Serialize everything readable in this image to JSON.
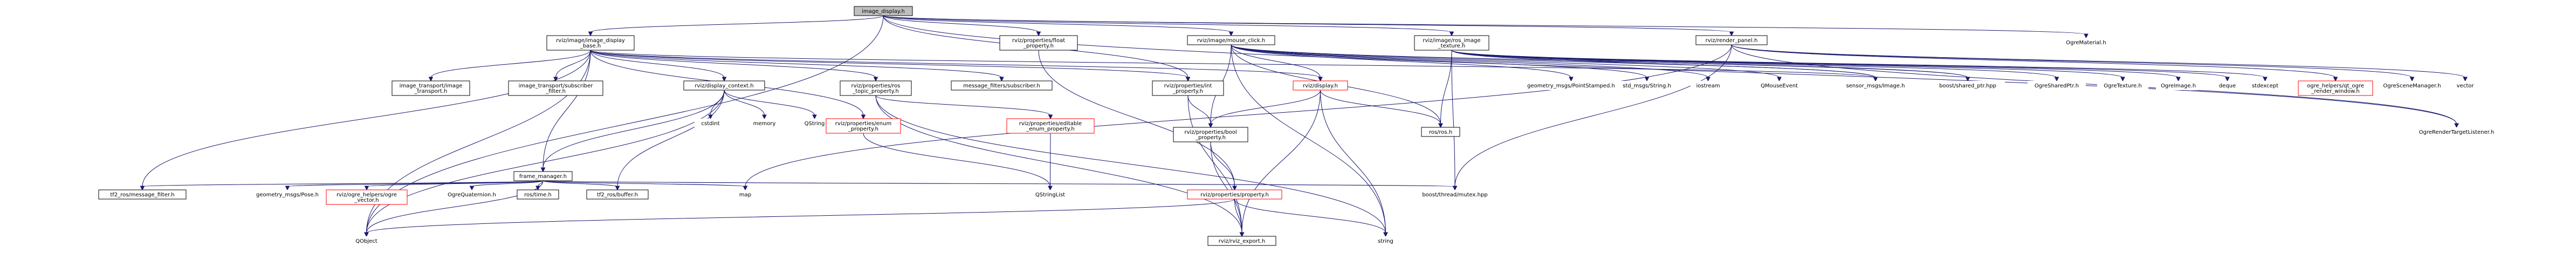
{
  "diagram": {
    "nodes": [
      {
        "id": "root",
        "lines": [
          "image_display.h"
        ],
        "kind": "root"
      },
      {
        "id": "idb",
        "lines": [
          "rviz/image/image_display",
          "_base.h"
        ],
        "kind": "link"
      },
      {
        "id": "fprop",
        "lines": [
          "rviz/properties/float",
          "_property.h"
        ],
        "kind": "link"
      },
      {
        "id": "mclick",
        "lines": [
          "rviz/image/mouse_click.h"
        ],
        "kind": "link"
      },
      {
        "id": "rostex",
        "lines": [
          "rviz/image/ros_image",
          "_texture.h"
        ],
        "kind": "link"
      },
      {
        "id": "rpanel",
        "lines": [
          "rviz/render_panel.h"
        ],
        "kind": "link"
      },
      {
        "id": "ogmat",
        "lines": [
          "OgreMaterial.h"
        ],
        "kind": "plain"
      },
      {
        "id": "itimg",
        "lines": [
          "image_transport/image",
          "_transport.h"
        ],
        "kind": "link"
      },
      {
        "id": "itsub",
        "lines": [
          "image_transport/subscriber",
          "_filter.h"
        ],
        "kind": "link"
      },
      {
        "id": "dctx",
        "lines": [
          "rviz/display_context.h"
        ],
        "kind": "link"
      },
      {
        "id": "rtopic",
        "lines": [
          "rviz/properties/ros",
          "_topic_property.h"
        ],
        "kind": "link"
      },
      {
        "id": "mfsub",
        "lines": [
          "message_filters/subscriber.h"
        ],
        "kind": "link"
      },
      {
        "id": "iprop",
        "lines": [
          "rviz/properties/int",
          "_property.h"
        ],
        "kind": "link"
      },
      {
        "id": "disp",
        "lines": [
          "rviz/display.h"
        ],
        "kind": "warn"
      },
      {
        "id": "gpoint",
        "lines": [
          "geometry_msgs/PointStamped.h"
        ],
        "kind": "plain"
      },
      {
        "id": "stdstr",
        "lines": [
          "std_msgs/String.h"
        ],
        "kind": "plain"
      },
      {
        "id": "iostream",
        "lines": [
          "iostream"
        ],
        "kind": "plain"
      },
      {
        "id": "qmouse",
        "lines": [
          "QMouseEvent"
        ],
        "kind": "plain"
      },
      {
        "id": "senimg",
        "lines": [
          "sensor_msgs/Image.h"
        ],
        "kind": "plain"
      },
      {
        "id": "bshared",
        "lines": [
          "boost/shared_ptr.hpp"
        ],
        "kind": "plain"
      },
      {
        "id": "ogshared",
        "lines": [
          "OgreSharedPtr.h"
        ],
        "kind": "plain"
      },
      {
        "id": "ogtex",
        "lines": [
          "OgreTexture.h"
        ],
        "kind": "plain"
      },
      {
        "id": "ogimg",
        "lines": [
          "OgreImage.h"
        ],
        "kind": "plain"
      },
      {
        "id": "deque",
        "lines": [
          "deque"
        ],
        "kind": "plain"
      },
      {
        "id": "stdexc",
        "lines": [
          "stdexcept"
        ],
        "kind": "plain"
      },
      {
        "id": "ogqt",
        "lines": [
          "ogre_helpers/qt_ogre",
          "_render_window.h"
        ],
        "kind": "warn"
      },
      {
        "id": "ogscene",
        "lines": [
          "OgreSceneManager.h"
        ],
        "kind": "plain"
      },
      {
        "id": "vector",
        "lines": [
          "vector"
        ],
        "kind": "plain"
      },
      {
        "id": "fmgr",
        "lines": [
          "frame_manager.h"
        ],
        "kind": "link"
      },
      {
        "id": "cstdint",
        "lines": [
          "cstdint"
        ],
        "kind": "plain"
      },
      {
        "id": "memory",
        "lines": [
          "memory"
        ],
        "kind": "plain"
      },
      {
        "id": "qstring",
        "lines": [
          "QString"
        ],
        "kind": "plain"
      },
      {
        "id": "enumprop",
        "lines": [
          "rviz/properties/enum",
          "_property.h"
        ],
        "kind": "warn"
      },
      {
        "id": "editprop",
        "lines": [
          "rviz/properties/editable",
          "_enum_property.h"
        ],
        "kind": "warn"
      },
      {
        "id": "boolprop",
        "lines": [
          "rviz/properties/bool",
          "_property.h"
        ],
        "kind": "link"
      },
      {
        "id": "rosros",
        "lines": [
          "ros/ros.h"
        ],
        "kind": "link"
      },
      {
        "id": "ogrlist",
        "lines": [
          "OgreRenderTargetListener.h"
        ],
        "kind": "plain"
      },
      {
        "id": "tf2msg",
        "lines": [
          "tf2_ros/message_filter.h"
        ],
        "kind": "link"
      },
      {
        "id": "gpose",
        "lines": [
          "geometry_msgs/Pose.h"
        ],
        "kind": "plain"
      },
      {
        "id": "ogvec",
        "lines": [
          "rviz/ogre_helpers/ogre",
          "_vector.h"
        ],
        "kind": "warn"
      },
      {
        "id": "ogquat",
        "lines": [
          "OgreQuaternion.h"
        ],
        "kind": "plain"
      },
      {
        "id": "rostime",
        "lines": [
          "ros/time.h"
        ],
        "kind": "link"
      },
      {
        "id": "tf2buf",
        "lines": [
          "tf2_ros/buffer.h"
        ],
        "kind": "link"
      },
      {
        "id": "map",
        "lines": [
          "map"
        ],
        "kind": "plain"
      },
      {
        "id": "qslist",
        "lines": [
          "QStringList"
        ],
        "kind": "plain"
      },
      {
        "id": "prop",
        "lines": [
          "rviz/properties/property.h"
        ],
        "kind": "warn"
      },
      {
        "id": "bmutex",
        "lines": [
          "boost/thread/mutex.hpp"
        ],
        "kind": "plain"
      },
      {
        "id": "qobject",
        "lines": [
          "QObject"
        ],
        "kind": "plain"
      },
      {
        "id": "export",
        "lines": [
          "rviz/rviz_export.h"
        ],
        "kind": "link"
      },
      {
        "id": "string",
        "lines": [
          "string"
        ],
        "kind": "plain"
      }
    ],
    "edges": [
      [
        "root",
        "idb"
      ],
      [
        "root",
        "fprop"
      ],
      [
        "root",
        "mclick"
      ],
      [
        "root",
        "rostex"
      ],
      [
        "root",
        "rpanel"
      ],
      [
        "root",
        "ogmat"
      ],
      [
        "root",
        "iprop"
      ],
      [
        "root",
        "qobject"
      ],
      [
        "root",
        "ogrlist"
      ],
      [
        "idb",
        "itimg"
      ],
      [
        "idb",
        "itsub"
      ],
      [
        "idb",
        "dctx"
      ],
      [
        "idb",
        "rtopic"
      ],
      [
        "idb",
        "mfsub"
      ],
      [
        "idb",
        "iprop"
      ],
      [
        "idb",
        "disp"
      ],
      [
        "idb",
        "fmgr"
      ],
      [
        "idb",
        "enumprop"
      ],
      [
        "idb",
        "senimg"
      ],
      [
        "idb",
        "tf2msg"
      ],
      [
        "idb",
        "qobject"
      ],
      [
        "fprop",
        "prop"
      ],
      [
        "mclick",
        "disp"
      ],
      [
        "mclick",
        "gpoint"
      ],
      [
        "mclick",
        "stdstr"
      ],
      [
        "mclick",
        "iostream"
      ],
      [
        "mclick",
        "qmouse"
      ],
      [
        "mclick",
        "senimg"
      ],
      [
        "mclick",
        "bshared"
      ],
      [
        "mclick",
        "rosros"
      ],
      [
        "mclick",
        "boolprop"
      ],
      [
        "mclick",
        "string"
      ],
      [
        "rostex",
        "senimg"
      ],
      [
        "rostex",
        "bshared"
      ],
      [
        "rostex",
        "ogshared"
      ],
      [
        "rostex",
        "ogtex"
      ],
      [
        "rostex",
        "ogimg"
      ],
      [
        "rostex",
        "deque"
      ],
      [
        "rostex",
        "stdexc"
      ],
      [
        "rostex",
        "rosros"
      ],
      [
        "rostex",
        "bmutex"
      ],
      [
        "rpanel",
        "ogqt"
      ],
      [
        "rpanel",
        "ogscene"
      ],
      [
        "rpanel",
        "vector"
      ],
      [
        "rpanel",
        "ogrlist"
      ],
      [
        "rpanel",
        "bmutex"
      ],
      [
        "rpanel",
        "map"
      ],
      [
        "dctx",
        "cstdint"
      ],
      [
        "dctx",
        "memory"
      ],
      [
        "dctx",
        "qstring"
      ],
      [
        "dctx",
        "fmgr"
      ],
      [
        "dctx",
        "qobject"
      ],
      [
        "dctx",
        "tf2buf"
      ],
      [
        "rtopic",
        "editprop"
      ],
      [
        "rtopic",
        "export"
      ],
      [
        "rtopic",
        "string"
      ],
      [
        "iprop",
        "boolprop"
      ],
      [
        "iprop",
        "export"
      ],
      [
        "disp",
        "rosros"
      ],
      [
        "disp",
        "export"
      ],
      [
        "disp",
        "string"
      ],
      [
        "disp",
        "boolprop"
      ],
      [
        "fmgr",
        "tf2msg"
      ],
      [
        "fmgr",
        "gpose"
      ],
      [
        "fmgr",
        "ogvec"
      ],
      [
        "fmgr",
        "ogquat"
      ],
      [
        "fmgr",
        "rostime"
      ],
      [
        "fmgr",
        "tf2buf"
      ],
      [
        "fmgr",
        "map"
      ],
      [
        "fmgr",
        "qobject"
      ],
      [
        "fmgr",
        "bmutex"
      ],
      [
        "enumprop",
        "qslist"
      ],
      [
        "editprop",
        "qslist"
      ],
      [
        "boolprop",
        "prop"
      ],
      [
        "boolprop",
        "export"
      ],
      [
        "prop",
        "qobject"
      ],
      [
        "prop",
        "export"
      ],
      [
        "prop",
        "string"
      ]
    ]
  }
}
